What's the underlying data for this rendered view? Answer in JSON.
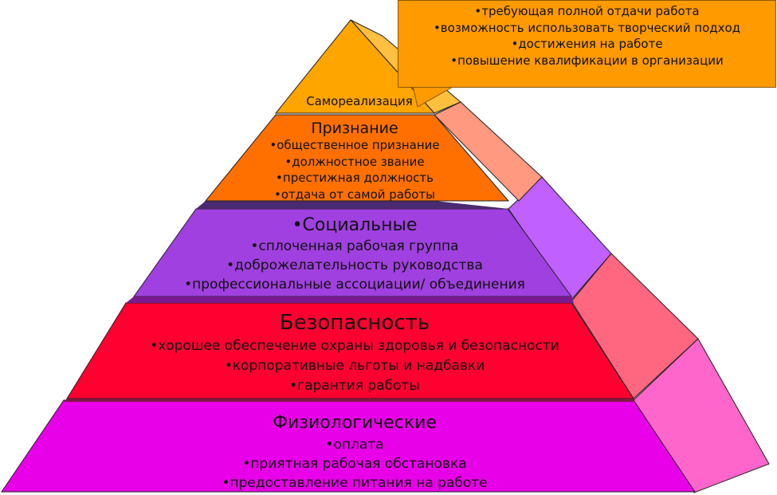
{
  "pyramid": {
    "self_actualization": {
      "title": "Самореализация",
      "callout": [
        "•требующая полной отдачи работа",
        "•возможность использовать творческий подход",
        "•достижения на работе",
        "•повышение квалификации в организации"
      ]
    },
    "esteem": {
      "title": "Признание",
      "items": [
        "•общественное признание",
        "•должностное звание",
        "•престижная должность",
        "•отдача от самой работы"
      ]
    },
    "social": {
      "title": "•Социальные",
      "items": [
        "•сплоченная рабочая группа",
        "•доброжелательность руководства",
        "•профессиональные ассоциации/ объединения"
      ]
    },
    "safety": {
      "title": "Безопасность",
      "items": [
        "•хорошее обеспечение охраны здоровья и безопасности",
        "•корпоративные льготы и надбавки",
        "•гарантия работы"
      ]
    },
    "physiological": {
      "title": "Физиологические",
      "items": [
        "•оплата",
        "•приятная   рабочая обстановка",
        "•предоставление питания на работе"
      ]
    }
  },
  "colors": {
    "self_actualization": "#ffa500",
    "esteem": "#ff7000",
    "social": "#a040e0",
    "safety": "#ff0030",
    "physiological": "#e800e8",
    "callout": "#ff9a00"
  }
}
